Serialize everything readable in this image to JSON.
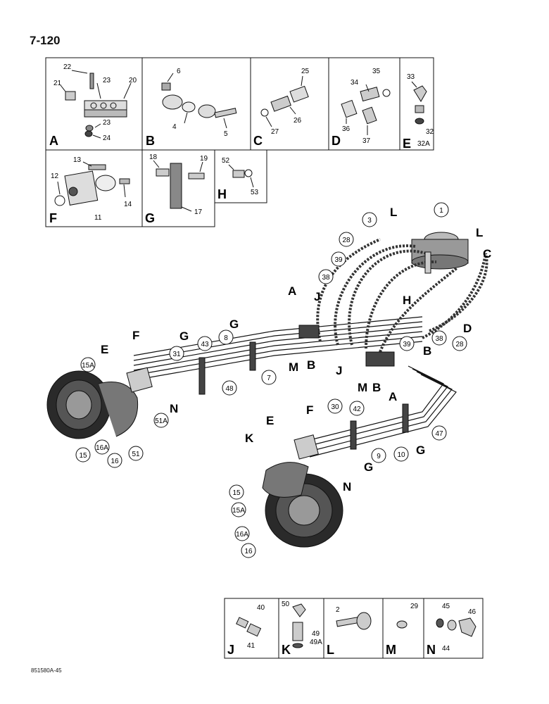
{
  "page_number": "7-120",
  "document_code": "851580A-45",
  "top_panels": [
    {
      "letter": "A",
      "parts": [
        "22",
        "21",
        "23",
        "20",
        "23",
        "24"
      ]
    },
    {
      "letter": "B",
      "parts": [
        "6",
        "4",
        "5"
      ]
    },
    {
      "letter": "C",
      "parts": [
        "25",
        "27",
        "26"
      ]
    },
    {
      "letter": "D",
      "parts": [
        "35",
        "34",
        "36",
        "37"
      ]
    },
    {
      "letter": "E",
      "parts": [
        "33",
        "32",
        "32A"
      ]
    },
    {
      "letter": "F",
      "parts": [
        "13",
        "12",
        "14",
        "11"
      ]
    },
    {
      "letter": "G",
      "parts": [
        "18",
        "19",
        "17"
      ]
    },
    {
      "letter": "H",
      "parts": [
        "52",
        "53"
      ]
    }
  ],
  "bottom_panels": [
    {
      "letter": "J",
      "parts": [
        "40",
        "41"
      ]
    },
    {
      "letter": "K",
      "parts": [
        "50",
        "49",
        "49A"
      ]
    },
    {
      "letter": "L",
      "parts": [
        "2"
      ]
    },
    {
      "letter": "M",
      "parts": [
        "29"
      ]
    },
    {
      "letter": "N",
      "parts": [
        "45",
        "46",
        "44"
      ]
    }
  ],
  "circled_callouts": [
    "1",
    "3",
    "28",
    "39",
    "38",
    "43",
    "8",
    "31",
    "48",
    "7",
    "39",
    "38",
    "28",
    "15A",
    "51A",
    "51",
    "16A",
    "16",
    "15",
    "30",
    "42",
    "47",
    "9",
    "10",
    "15",
    "15A",
    "16A",
    "16"
  ],
  "letter_callouts": [
    "L",
    "L",
    "C",
    "A",
    "J",
    "H",
    "D",
    "G",
    "G",
    "F",
    "E",
    "M",
    "B",
    "B",
    "J",
    "M",
    "B",
    "A",
    "N",
    "F",
    "E",
    "K",
    "G",
    "G",
    "N"
  ]
}
